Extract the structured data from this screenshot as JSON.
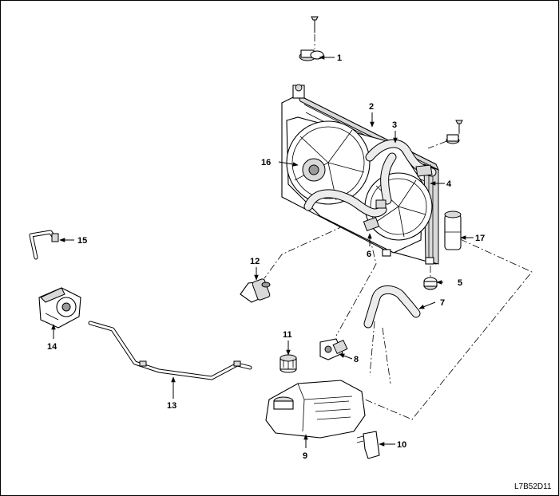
{
  "figure_code": "L7B52D11",
  "callouts": {
    "c1": "1",
    "c2": "2",
    "c3": "3",
    "c4": "4",
    "c5": "5",
    "c6": "6",
    "c7": "7",
    "c8": "8",
    "c9": "9",
    "c10": "10",
    "c11": "11",
    "c12": "12",
    "c13": "13",
    "c14": "14",
    "c15": "15",
    "c16": "16",
    "c17": "17"
  }
}
